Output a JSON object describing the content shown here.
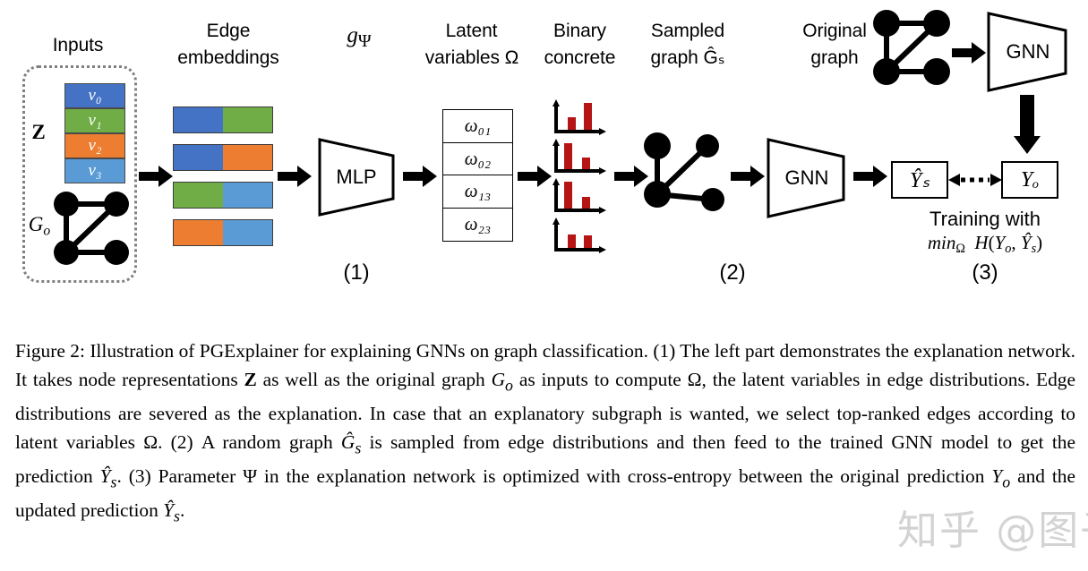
{
  "figure": {
    "id": "figure-2",
    "caption_label": "Figure 2:",
    "caption_text": "Illustration of PGExplainer for explaining GNNs on graph classification. (1) The left part demonstrates the explanation network. It takes node representations Z as well as the original graph Gₒ as inputs to compute Ω, the latent variables in edge distributions. Edge distributions are severed as the explanation. In case that an explanatory subgraph is wanted, we select top-ranked edges according to latent variables Ω. (2) A random graph Ĝₛ is sampled from edge distributions and then feed to the trained GNN model to get the prediction Ŷₛ. (3) Parameter Ψ in the explanation network is optimized with cross-entropy between the original prediction Yₒ and the updated prediction Ŷₛ."
  },
  "headers": {
    "inputs": "Inputs",
    "edge_embeddings_l1": "Edge",
    "edge_embeddings_l2": "embeddings",
    "g_psi": "gΨ",
    "latent_l1": "Latent",
    "latent_l2": "variables Ω",
    "binary_l1": "Binary",
    "binary_l2": "concrete",
    "sampled_l1": "Sampled",
    "sampled_l2": "graph Ĝₛ",
    "original_l1": "Original",
    "original_l2": "graph"
  },
  "inputs_panel": {
    "z_label": "Z",
    "go_label": "Gₒ",
    "node_blocks": [
      {
        "label": "v₀",
        "color": "#4472C4"
      },
      {
        "label": "v₁",
        "color": "#70AD47"
      },
      {
        "label": "v₂",
        "color": "#ED7D31"
      },
      {
        "label": "v₃",
        "color": "#5B9BD5"
      }
    ],
    "original_graph": {
      "nodes": [
        "n0",
        "n1",
        "n2",
        "n3"
      ],
      "edges": [
        [
          "n0",
          "n1"
        ],
        [
          "n0",
          "n2"
        ],
        [
          "n1",
          "n2"
        ],
        [
          "n2",
          "n3"
        ]
      ]
    }
  },
  "edge_embeddings": [
    {
      "left_color": "#4472C4",
      "right_color": "#70AD47"
    },
    {
      "left_color": "#4472C4",
      "right_color": "#ED7D31"
    },
    {
      "left_color": "#70AD47",
      "right_color": "#5B9BD5"
    },
    {
      "left_color": "#ED7D31",
      "right_color": "#5B9BD5"
    }
  ],
  "mlp": {
    "label": "MLP"
  },
  "latent_table": {
    "rows": [
      "ω₀₁",
      "ω₀₂",
      "ω₁₃",
      "ω₂₃"
    ]
  },
  "binary_concrete": {
    "bar_color": "#B51515",
    "charts": [
      {
        "name": "omega-01-distribution",
        "bars": [
          0.38,
          0.9
        ]
      },
      {
        "name": "omega-02-distribution",
        "bars": [
          0.88,
          0.4
        ]
      },
      {
        "name": "omega-13-distribution",
        "bars": [
          0.9,
          0.38
        ]
      },
      {
        "name": "omega-23-distribution",
        "bars": [
          0.45,
          0.42
        ]
      }
    ]
  },
  "sampled_graph": {
    "label": "Ĝₛ",
    "nodes": [
      "n0",
      "n1",
      "n2",
      "n3"
    ],
    "edges": [
      [
        "n0",
        "n2"
      ],
      [
        "n1",
        "n2"
      ],
      [
        "n2",
        "n3"
      ]
    ]
  },
  "gnn_sampled": {
    "label": "GNN"
  },
  "gnn_original": {
    "label": "GNN"
  },
  "predictions": {
    "sampled": "Ŷₛ",
    "original": "Yₒ"
  },
  "training_note": {
    "line1": "Training with",
    "line2": "minΩ H(Yₒ, Ŷₛ)"
  },
  "step_labels": {
    "step1": "(1)",
    "step2": "(2)",
    "step3": "(3)"
  },
  "watermark": {
    "text": "知乎 @图子"
  },
  "colors": {
    "blue": "#4472C4",
    "green": "#70AD47",
    "orange": "#ED7D31",
    "light_blue": "#5B9BD5",
    "dark_red": "#B51515",
    "outline": "#000000",
    "dotted_border": "#808080"
  }
}
